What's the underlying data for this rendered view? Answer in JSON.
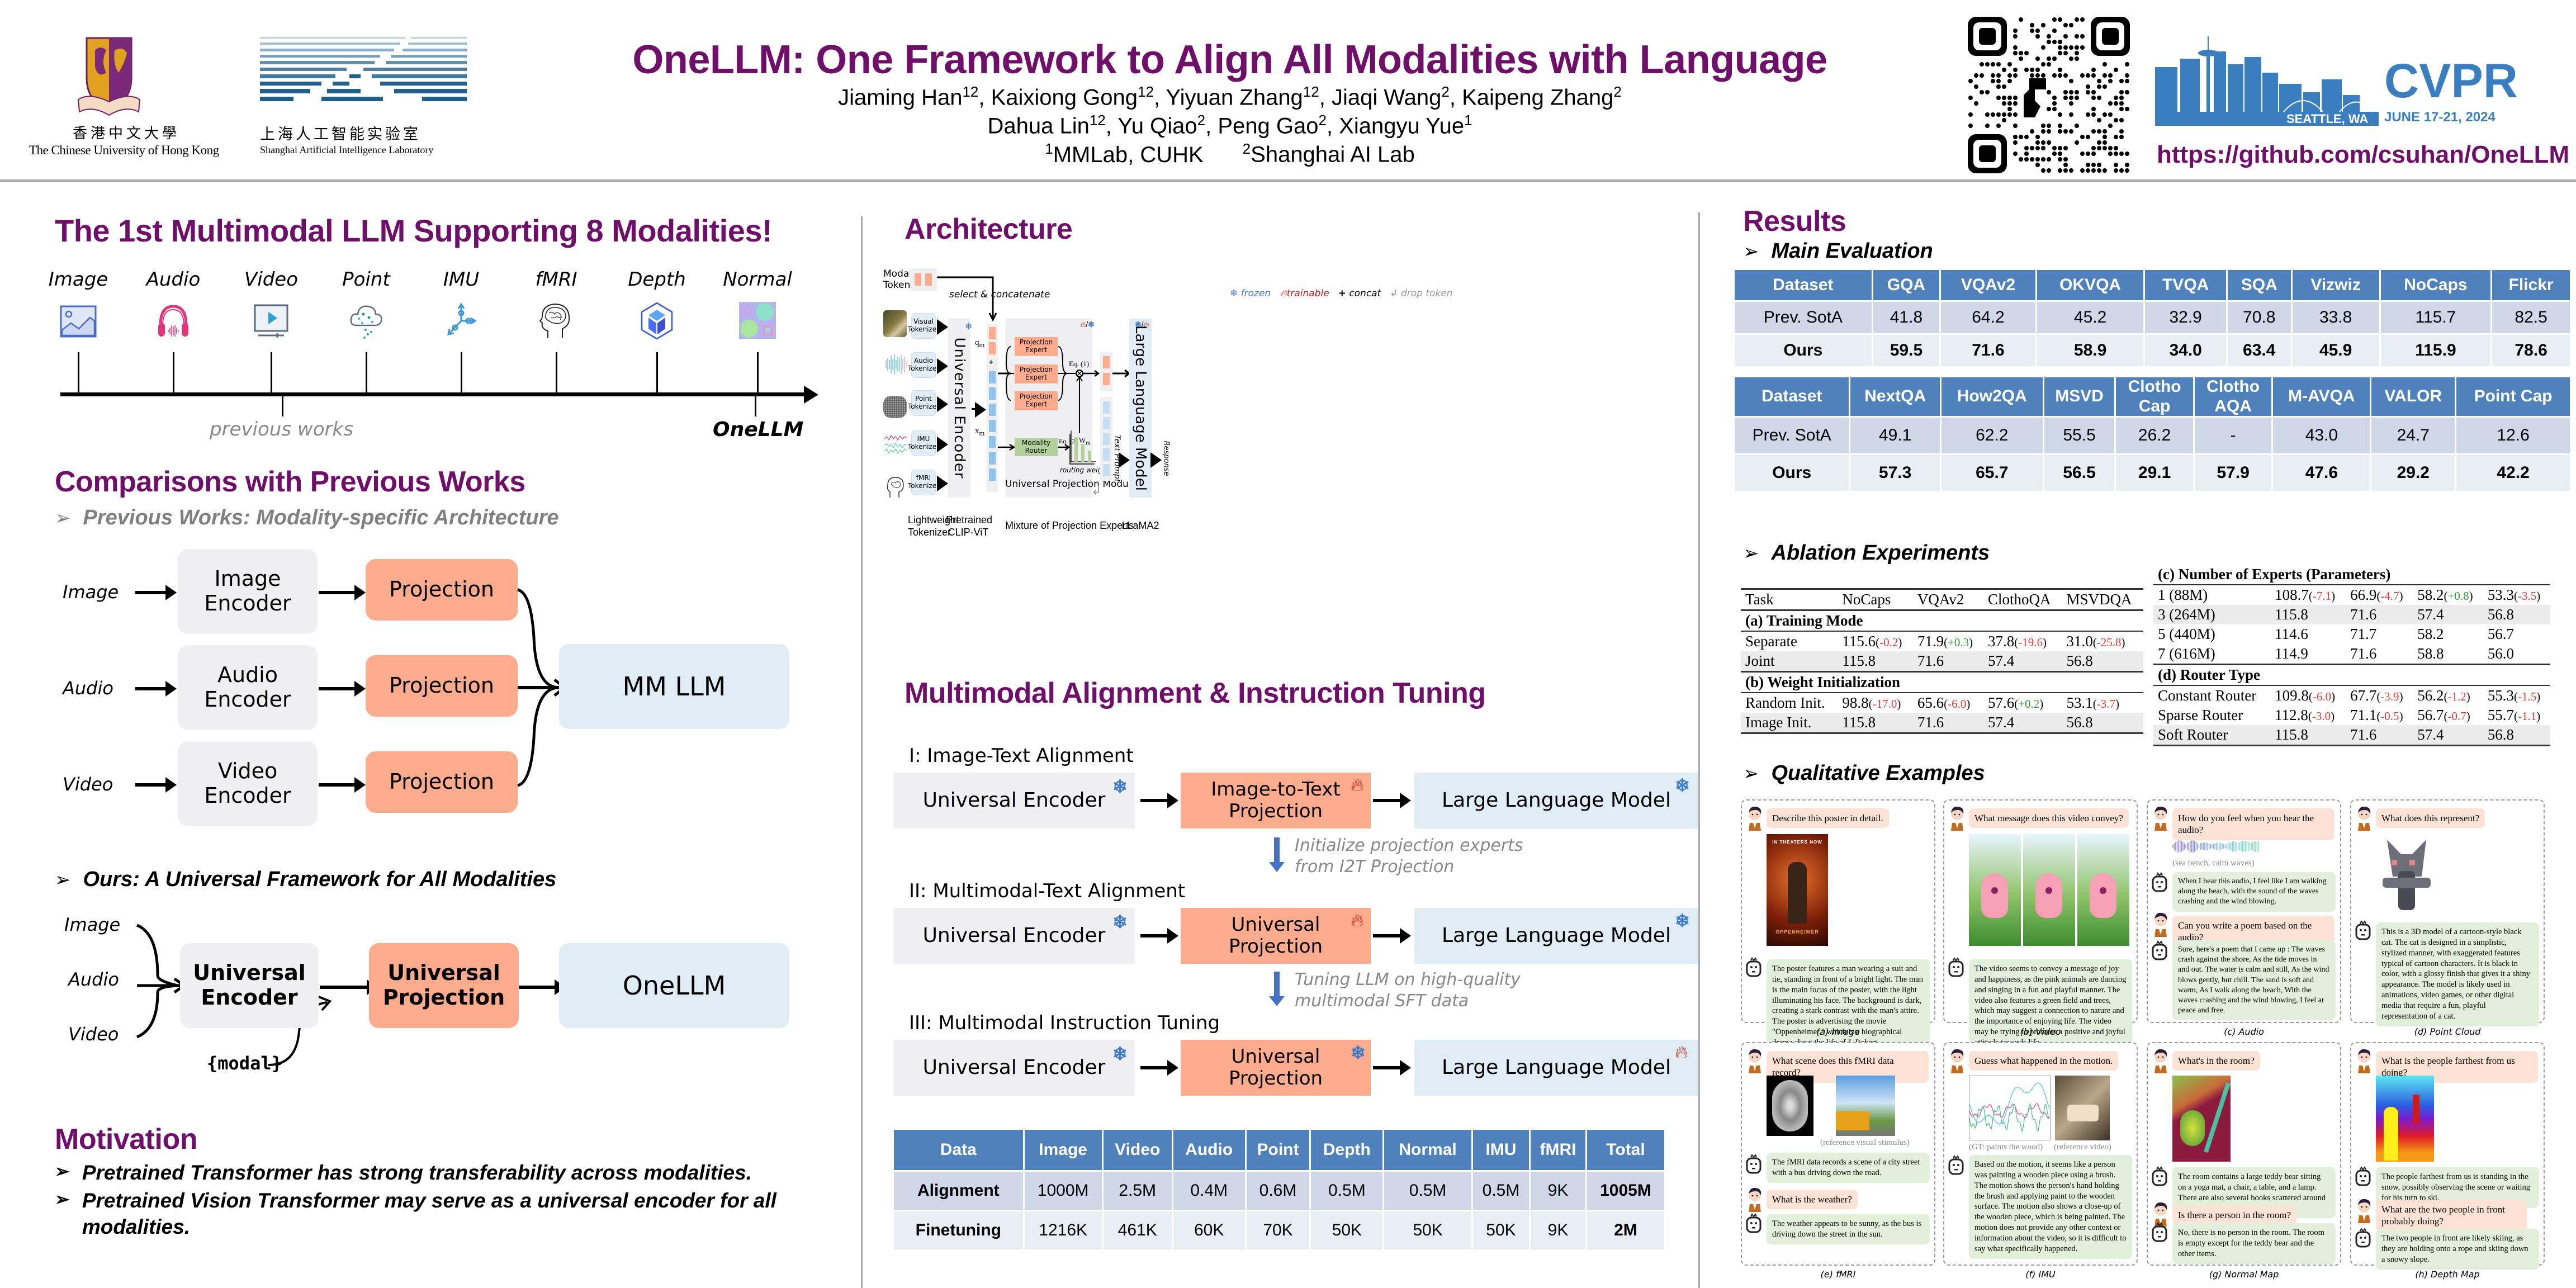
{
  "header": {
    "title": "OneLLM: One Framework to Align All Modalities with Language",
    "authors_line1": [
      {
        "name": "Jiaming Han",
        "sup": "12"
      },
      {
        "name": "Kaixiong Gong",
        "sup": "12"
      },
      {
        "name": "Yiyuan Zhang",
        "sup": "12"
      },
      {
        "name": "Jiaqi Wang",
        "sup": "2"
      },
      {
        "name": "Kaipeng Zhang",
        "sup": "2"
      }
    ],
    "authors_line2": [
      {
        "name": "Dahua Lin",
        "sup": "12"
      },
      {
        "name": "Yu Qiao",
        "sup": "2"
      },
      {
        "name": "Peng Gao",
        "sup": "2"
      },
      {
        "name": "Xiangyu Yue",
        "sup": "1"
      }
    ],
    "affiliations": [
      {
        "sup": "1",
        "name": "MMLab, CUHK"
      },
      {
        "sup": "2",
        "name": "Shanghai AI Lab"
      }
    ],
    "logo_cuhk": {
      "zh": "香港中文大學",
      "en": "The Chinese University of Hong Kong"
    },
    "logo_shlab": {
      "zh": "上海人工智能实验室",
      "en": "Shanghai Artificial Intelligence Laboratory"
    },
    "conference": {
      "name": "CVPR",
      "location": "SEATTLE, WA",
      "dates": "JUNE 17-21, 2024"
    },
    "github_url": "https://github.com/csuhan/OneLLM",
    "colors": {
      "accent_purple": "#6f0f6a",
      "cvpr_blue": "#3a7ebf"
    }
  },
  "left": {
    "modalities_title": "The 1st Multimodal LLM Supporting 8 Modalities!",
    "modalities": [
      {
        "label": "Image",
        "icon": "image-icon"
      },
      {
        "label": "Audio",
        "icon": "headphones-icon"
      },
      {
        "label": "Video",
        "icon": "video-play-icon"
      },
      {
        "label": "Point",
        "icon": "point-cloud-icon"
      },
      {
        "label": "IMU",
        "icon": "imu-axes-icon"
      },
      {
        "label": "fMRI",
        "icon": "brain-head-icon"
      },
      {
        "label": "Depth",
        "icon": "depth-cube-icon"
      },
      {
        "label": "Normal",
        "icon": "normal-map-icon"
      }
    ],
    "timeline_previous_label": "previous works",
    "timeline_onellm_label": "OneLLM",
    "comparison_title": "Comparisons with Previous Works",
    "previous_subtitle": "Previous Works: Modality-specific Architecture",
    "previous_rows": [
      {
        "input": "Image",
        "encoder": "Image\nEncoder",
        "projection": "Projection"
      },
      {
        "input": "Audio",
        "encoder": "Audio\nEncoder",
        "projection": "Projection"
      },
      {
        "input": "Video",
        "encoder": "Video\nEncoder",
        "projection": "Projection"
      }
    ],
    "previous_llm": "MM LLM",
    "ours_subtitle": "Ours: A Universal Framework for All Modalities",
    "ours_inputs": [
      "Image",
      "Audio",
      "Video"
    ],
    "ours_encoder": "Universal\nEncoder",
    "ours_projection": "Universal\nProjection",
    "ours_llm": "OneLLM",
    "ours_modal_token": "{modal}",
    "motivation_title": "Motivation",
    "motivation_points": [
      "Pretrained Transformer has strong transferability across modalities.",
      "Pretrained Vision Transformer may serve as a universal encoder for all modalities."
    ]
  },
  "middle": {
    "architecture_title": "Architecture",
    "legend": {
      "frozen": "frozen",
      "trainable": "trainable",
      "concat": "concat",
      "drop": "drop token"
    },
    "modality_tokens_label": "Modality\nTokens",
    "select_concat_label": "select & concatenate",
    "tokenizers": [
      "Visual\nTokenizer",
      "Audio\nTokenizer",
      "Point\nTokenizer",
      "IMU\nTokenizer",
      "fMRI\nTokenizer"
    ],
    "universal_encoder": "Universal Encoder",
    "q_label": "q",
    "q_sub": "m",
    "x_label": "x",
    "x_sub": "m",
    "projection_experts": [
      "Projection Expert",
      "Projection Expert",
      "Projection Expert"
    ],
    "modality_router": "Modality Router",
    "eq1": "Eq. (1)",
    "eq2": "Eq. (2)",
    "w_label": "W",
    "w_sub": "m",
    "routing_weights_label": "routing weights",
    "routing_weights": [
      1.0,
      0.72,
      0.45
    ],
    "upm_label": "Universal Projection Module",
    "llm_label": "Large Language Model",
    "text_prompt_label": "Text Prompt",
    "response_label": "Response",
    "bottom_labels": {
      "tokenizer": "Lightweight\nTokenizer",
      "encoder": "Pretrained\nCLIP-ViT",
      "mope": "Mixture of Projection Experts",
      "llm": "LLaMA2"
    },
    "alignment_title": "Multimodal Alignment & Instruction Tuning",
    "stages": [
      {
        "label": "I: Image-Text Alignment",
        "encoder": "Universal Encoder",
        "encoder_state": "frozen",
        "projection": "Image-to-Text\nProjection",
        "projection_state": "trainable",
        "llm": "Large Language Model",
        "llm_state": "frozen"
      },
      {
        "label": "II: Multimodal-Text Alignment",
        "encoder": "Universal Encoder",
        "encoder_state": "frozen",
        "projection": "Universal\nProjection",
        "projection_state": "trainable",
        "llm": "Large Language Model",
        "llm_state": "frozen"
      },
      {
        "label": "III: Multimodal Instruction Tuning",
        "encoder": "Universal Encoder",
        "encoder_state": "frozen",
        "projection": "Universal\nProjection",
        "projection_state": "frozen",
        "llm": "Large Language Model",
        "llm_state": "trainable"
      }
    ],
    "stage_transitions": [
      "Initialize projection experts\nfrom I2T Projection",
      "Tuning LLM on high-quality\nmultimodal SFT data"
    ],
    "data_table": {
      "headers": [
        "Data",
        "Image",
        "Video",
        "Audio",
        "Point",
        "Depth",
        "Normal",
        "IMU",
        "fMRI",
        "Total"
      ],
      "rows": [
        [
          "Alignment",
          "1000M",
          "2.5M",
          "0.4M",
          "0.6M",
          "0.5M",
          "0.5M",
          "0.5M",
          "9K",
          "1005M"
        ],
        [
          "Finetuning",
          "1216K",
          "461K",
          "60K",
          "70K",
          "50K",
          "50K",
          "50K",
          "9K",
          "2M"
        ]
      ]
    }
  },
  "right": {
    "results_title": "Results",
    "main_eval_subtitle": "Main Evaluation",
    "main_table1": {
      "headers": [
        "Dataset",
        "GQA",
        "VQAv2",
        "OKVQA",
        "TVQA",
        "SQA",
        "Vizwiz",
        "NoCaps",
        "Flickr"
      ],
      "rows": [
        [
          "Prev. SotA",
          "41.8",
          "64.2",
          "45.2",
          "32.9",
          "70.8",
          "33.8",
          "115.7",
          "82.5"
        ],
        [
          "Ours",
          "59.5",
          "71.6",
          "58.9",
          "34.0",
          "63.4",
          "45.9",
          "115.9",
          "78.6"
        ]
      ]
    },
    "main_table2": {
      "headers": [
        "Dataset",
        "NextQA",
        "How2QA",
        "MSVD",
        "Clotho\nCap",
        "Clotho\nAQA",
        "M-AVQA",
        "VALOR",
        "Point Cap"
      ],
      "rows": [
        [
          "Prev. SotA",
          "49.1",
          "62.2",
          "55.5",
          "26.2",
          "-",
          "43.0",
          "24.7",
          "12.6"
        ],
        [
          "Ours",
          "57.3",
          "65.7",
          "56.5",
          "29.1",
          "57.9",
          "47.6",
          "29.2",
          "42.2"
        ]
      ]
    },
    "ablation_subtitle": "Ablation Experiments",
    "ablation_headers": [
      "Task",
      "NoCaps",
      "VQAv2",
      "ClothoQA",
      "MSVDQA"
    ],
    "ablation_left": [
      {
        "group": "(a) Training Mode",
        "rows": [
          {
            "name": "Separate",
            "shade": false,
            "cells": [
              [
                "115.6",
                "-0.2"
              ],
              [
                "71.9",
                "+0.3"
              ],
              [
                "37.8",
                "-19.6"
              ],
              [
                "31.0",
                "-25.8"
              ]
            ]
          },
          {
            "name": "Joint",
            "shade": true,
            "cells": [
              [
                "115.8",
                ""
              ],
              [
                "71.6",
                ""
              ],
              [
                "57.4",
                ""
              ],
              [
                "56.8",
                ""
              ]
            ]
          }
        ]
      },
      {
        "group": "(b) Weight Initialization",
        "rows": [
          {
            "name": "Random Init.",
            "shade": false,
            "cells": [
              [
                "98.8",
                "-17.0"
              ],
              [
                "65.6",
                "-6.0"
              ],
              [
                "57.6",
                "+0.2"
              ],
              [
                "53.1",
                "-3.7"
              ]
            ]
          },
          {
            "name": "Image Init.",
            "shade": true,
            "cells": [
              [
                "115.8",
                ""
              ],
              [
                "71.6",
                ""
              ],
              [
                "57.4",
                ""
              ],
              [
                "56.8",
                ""
              ]
            ]
          }
        ]
      }
    ],
    "ablation_right": [
      {
        "group": "(c) Number of Experts (Parameters)",
        "rows": [
          {
            "name": "1 (88M)",
            "shade": false,
            "cells": [
              [
                "108.7",
                "-7.1"
              ],
              [
                "66.9",
                "-4.7"
              ],
              [
                "58.2",
                "+0.8"
              ],
              [
                "53.3",
                "-3.5"
              ]
            ]
          },
          {
            "name": "3 (264M)",
            "shade": true,
            "cells": [
              [
                "115.8",
                ""
              ],
              [
                "71.6",
                ""
              ],
              [
                "57.4",
                ""
              ],
              [
                "56.8",
                ""
              ]
            ]
          },
          {
            "name": "5 (440M)",
            "shade": false,
            "cells": [
              [
                "114.6",
                ""
              ],
              [
                "71.7",
                ""
              ],
              [
                "58.2",
                ""
              ],
              [
                "56.7",
                ""
              ]
            ]
          },
          {
            "name": "7 (616M)",
            "shade": false,
            "cells": [
              [
                "114.9",
                ""
              ],
              [
                "71.6",
                ""
              ],
              [
                "58.8",
                ""
              ],
              [
                "56.0",
                ""
              ]
            ]
          }
        ]
      },
      {
        "group": "(d) Router Type",
        "rows": [
          {
            "name": "Constant Router",
            "shade": false,
            "cells": [
              [
                "109.8",
                "-6.0"
              ],
              [
                "67.7",
                "-3.9"
              ],
              [
                "56.2",
                "-1.2"
              ],
              [
                "55.3",
                "-1.5"
              ]
            ]
          },
          {
            "name": "Sparse Router",
            "shade": false,
            "cells": [
              [
                "112.8",
                "-3.0"
              ],
              [
                "71.1",
                "-0.5"
              ],
              [
                "56.7",
                "-0.7"
              ],
              [
                "55.7",
                "-1.1"
              ]
            ]
          },
          {
            "name": "Soft Router",
            "shade": true,
            "cells": [
              [
                "115.8",
                ""
              ],
              [
                "71.6",
                ""
              ],
              [
                "57.4",
                ""
              ],
              [
                "56.8",
                ""
              ]
            ]
          }
        ]
      }
    ],
    "qualitative_subtitle": "Qualitative Examples",
    "examples": [
      {
        "caption": "(a) Image",
        "q1": "Describe this poster in detail.",
        "media_note": "",
        "poster_top": "IN THEATERS NOW",
        "poster_title": "OPPENHEIMER",
        "a1": "The poster features a man wearing a suit and tie, standing in front of a bright light. The man is the main focus of the poster, with the light illuminating his face. The background is dark, creating a stark contrast with the man's attire. The poster is advertising the movie \"Oppenheimer,\" which is a biographical drama about the life of J. Robert Oppenheimer, the father of the atomic bomb."
      },
      {
        "caption": "(b) Video",
        "q1": "What message does this video convey?",
        "media_note": "",
        "a1": "The video seems to convey a message of joy and happiness, as the pink animals are dancing and singing in a fun and playful manner. The video also features a green field and trees, which may suggest a connection to nature and the importance of enjoying life. The video may be trying to promote a positive and joyful attitude towards life."
      },
      {
        "caption": "(c) Audio",
        "q1": "How do you feel when you hear the audio?",
        "media_note": "(sea bench, calm waves)",
        "a1": "When I hear this audio, I feel like I am walking along the beach, with the sound of the waves crashing and the wind blowing.",
        "q2": "Can you write a poem based on the audio?",
        "a2": "Sure, here's a poem that I came up : The waves crash against the shore, As the tide moves in and out. The water is calm and still, As the wind blows gently, but chill. The sand is soft and warm, As I walk along the beach, With the waves crashing and the wind blowing, I feel at peace and free."
      },
      {
        "caption": "(d) Point Cloud",
        "q1": "What does this represent?",
        "media_note": "",
        "a1": "This is a 3D model of a cartoon-style black cat. The cat is designed in a simplistic, stylized manner, with exaggerated features typical of cartoon characters. It is black in color, with a glossy finish that gives it a shiny appearance. The model is likely used in animations, video games, or other digital media that require a fun, playful representation of a cat."
      },
      {
        "caption": "(e) fMRI",
        "q1": "What scene does this fMRI data record?",
        "media_note": "(reference visual stimulus)",
        "a1": "The fMRI data records a scene of a city street with a bus driving down the road.",
        "q2": "What is the weather?",
        "a2": "The weather appears to be sunny, as the bus is driving down the street in the sun."
      },
      {
        "caption": "(f) IMU",
        "q1": "Guess what happened in the motion.",
        "media_note": "(GT: paints the wood)",
        "media_note2": "(reference video)",
        "a1": "Based on the motion, it seems like a person was painting a wooden piece using a brush. The motion shows the person's hand holding the brush and applying paint to the wooden surface. The motion also shows a close-up of the wooden piece, which is being painted. The motion does not provide any other context or information about the video, so it is difficult to say what specifically happened."
      },
      {
        "caption": "(g) Normal Map",
        "q1": "What's in the room?",
        "media_note": "",
        "a1": "The room contains a large teddy bear sitting on a yoga mat, a chair, a table, and a lamp. There are also several books scattered around the room.",
        "q2": "Is there a person in the room?",
        "a2": "No, there is no person in the room. The room is empty except for the teddy bear and the other items."
      },
      {
        "caption": "(h) Depth Map",
        "q1": "What is the people farthest from us doing?",
        "media_note": "",
        "a1": "The people farthest from us is standing in the snow, possibly observing the scene or waiting for his turn to ski.",
        "q2": "What are the two people in front probably doing?",
        "a2": "The two people in front are likely skiing, as they are holding onto a rope and skiing down a snowy slope."
      }
    ]
  }
}
